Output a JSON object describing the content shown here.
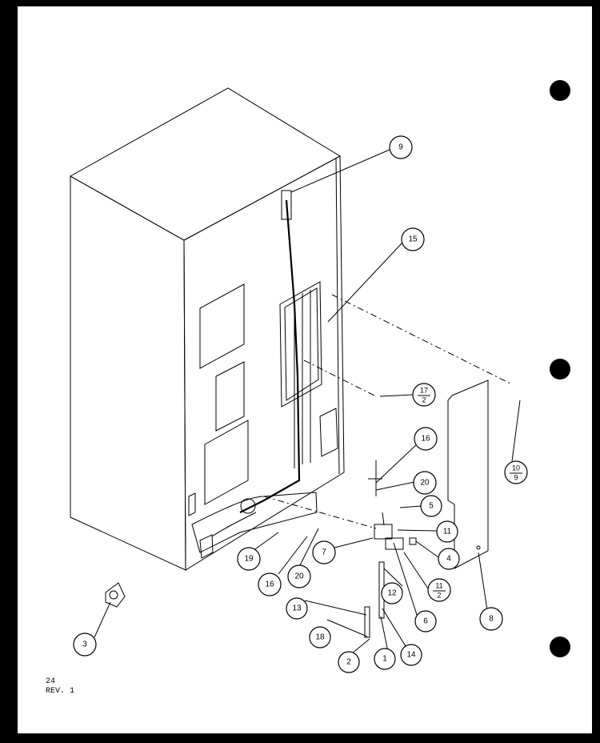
{
  "sheet": {
    "page_number": "24",
    "revision": "REV. 1"
  },
  "callouts": [
    {
      "id": "c9",
      "label": "9"
    },
    {
      "id": "c15",
      "label": "15"
    },
    {
      "id": "c17",
      "numerator": "17",
      "denominator": "2"
    },
    {
      "id": "c16a",
      "label": "16"
    },
    {
      "id": "c20a",
      "label": "20"
    },
    {
      "id": "c5",
      "label": "5"
    },
    {
      "id": "c11",
      "label": "11"
    },
    {
      "id": "c4",
      "label": "4"
    },
    {
      "id": "c11b",
      "numerator": "11",
      "denominator": "2"
    },
    {
      "id": "c10",
      "numerator": "10",
      "denominator": "9"
    },
    {
      "id": "c8",
      "label": "8"
    },
    {
      "id": "c7",
      "label": "7"
    },
    {
      "id": "c6",
      "label": "6"
    },
    {
      "id": "c12",
      "label": "12"
    },
    {
      "id": "c13",
      "label": "13"
    },
    {
      "id": "c18",
      "label": "18"
    },
    {
      "id": "c2",
      "label": "2"
    },
    {
      "id": "c1",
      "label": "1"
    },
    {
      "id": "c14",
      "label": "14"
    },
    {
      "id": "c19",
      "label": "19"
    },
    {
      "id": "c16b",
      "label": "16"
    },
    {
      "id": "c20b",
      "label": "20"
    },
    {
      "id": "c3",
      "label": "3"
    }
  ]
}
